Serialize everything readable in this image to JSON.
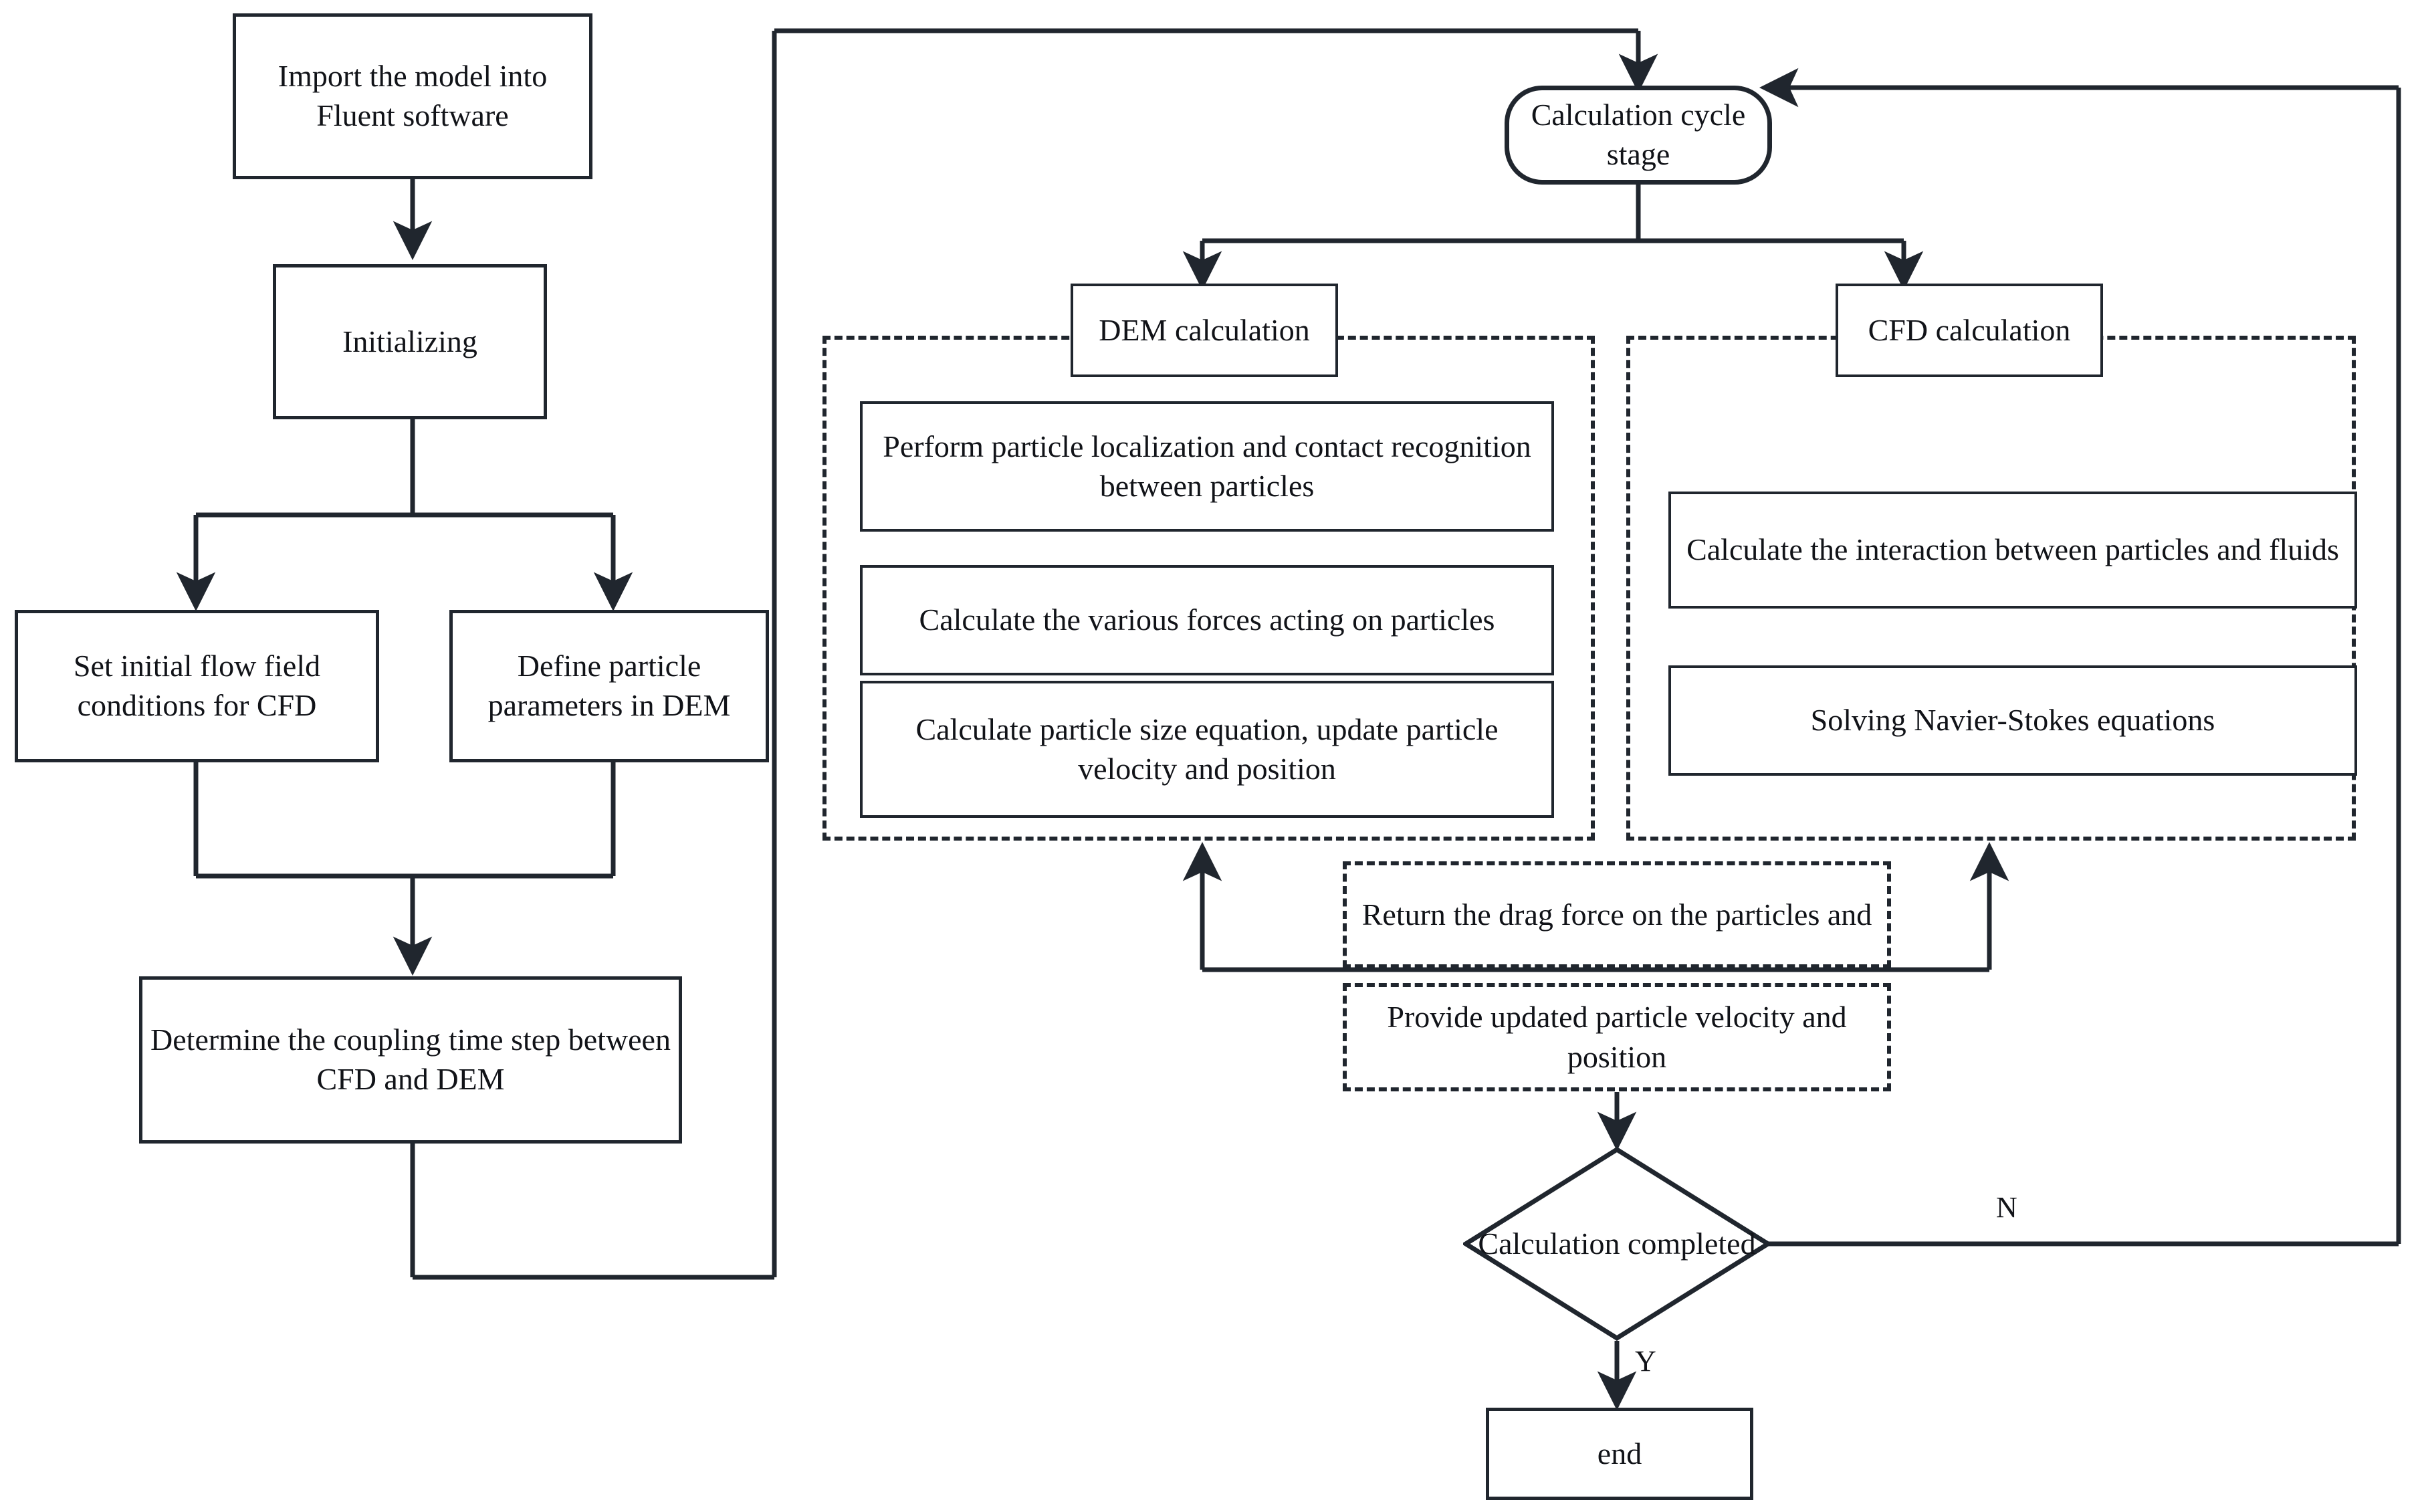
{
  "diagram": {
    "title": "CFD-DEM coupling simulation workflow",
    "colors": {
      "stroke": "#20262e",
      "text": "#111318",
      "background": "#ffffff"
    }
  },
  "nodes": {
    "import_model": "Import the model into Fluent software",
    "initializing": "Initializing",
    "set_initial_flow": "Set initial flow field conditions for CFD",
    "define_particle": "Define particle parameters in DEM",
    "determine_coupling": "Determine the coupling time step between CFD and DEM",
    "calculation_cycle": "Calculation cycle stage",
    "dem_calculation": "DEM calculation",
    "cfd_calculation": "CFD calculation",
    "dem_step_1": "Perform particle localization and contact recognition between particles",
    "dem_step_2": "Calculate the various forces acting on particles",
    "dem_step_3": "Calculate particle size equation, update particle velocity and position",
    "cfd_step_1": "Calculate the interaction between particles and fluids",
    "cfd_step_2": "Solving Navier-Stokes equations",
    "return_drag": "Return the drag force on the particles and",
    "provide_updated": "Provide updated particle velocity and position",
    "decision": "Calculation completed",
    "end": "end"
  },
  "edge_labels": {
    "no": "N",
    "yes": "Y"
  }
}
